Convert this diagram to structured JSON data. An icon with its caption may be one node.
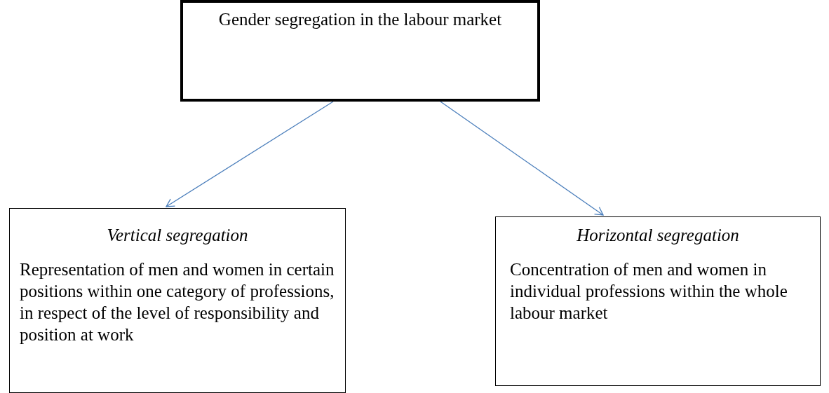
{
  "diagram": {
    "nodes": [
      {
        "text": [
          "Gender segregation in the labour market"
        ]
      },
      {
        "text": [
          "Vertical segregation",
          "Representation of men and women in certain positions within one category of professions, in respect of the level of responsibility and position at work"
        ]
      },
      {
        "text": [
          "Horizontal segregation",
          "Concentration of men and women in individual professions within the whole labour market"
        ]
      }
    ],
    "edges": [
      {
        "from": 0,
        "to": 1,
        "arrow": "to"
      },
      {
        "from": 0,
        "to": 2,
        "arrow": "to"
      }
    ]
  }
}
